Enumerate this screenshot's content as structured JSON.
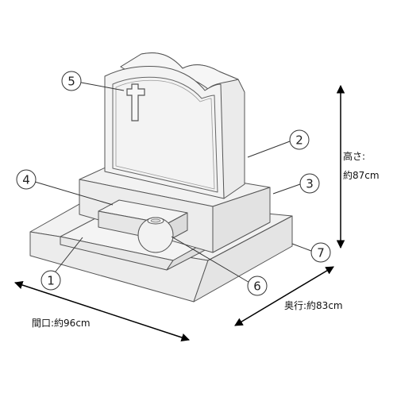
{
  "callouts": {
    "c1": "1",
    "c2": "2",
    "c3": "3",
    "c4": "4",
    "c5": "5",
    "c6": "6",
    "c7": "7"
  },
  "dimensions": {
    "height_label": "高さ:",
    "height_value": "約87cm",
    "depth": "奥行:約83cm",
    "width": "間口:約96cm"
  }
}
